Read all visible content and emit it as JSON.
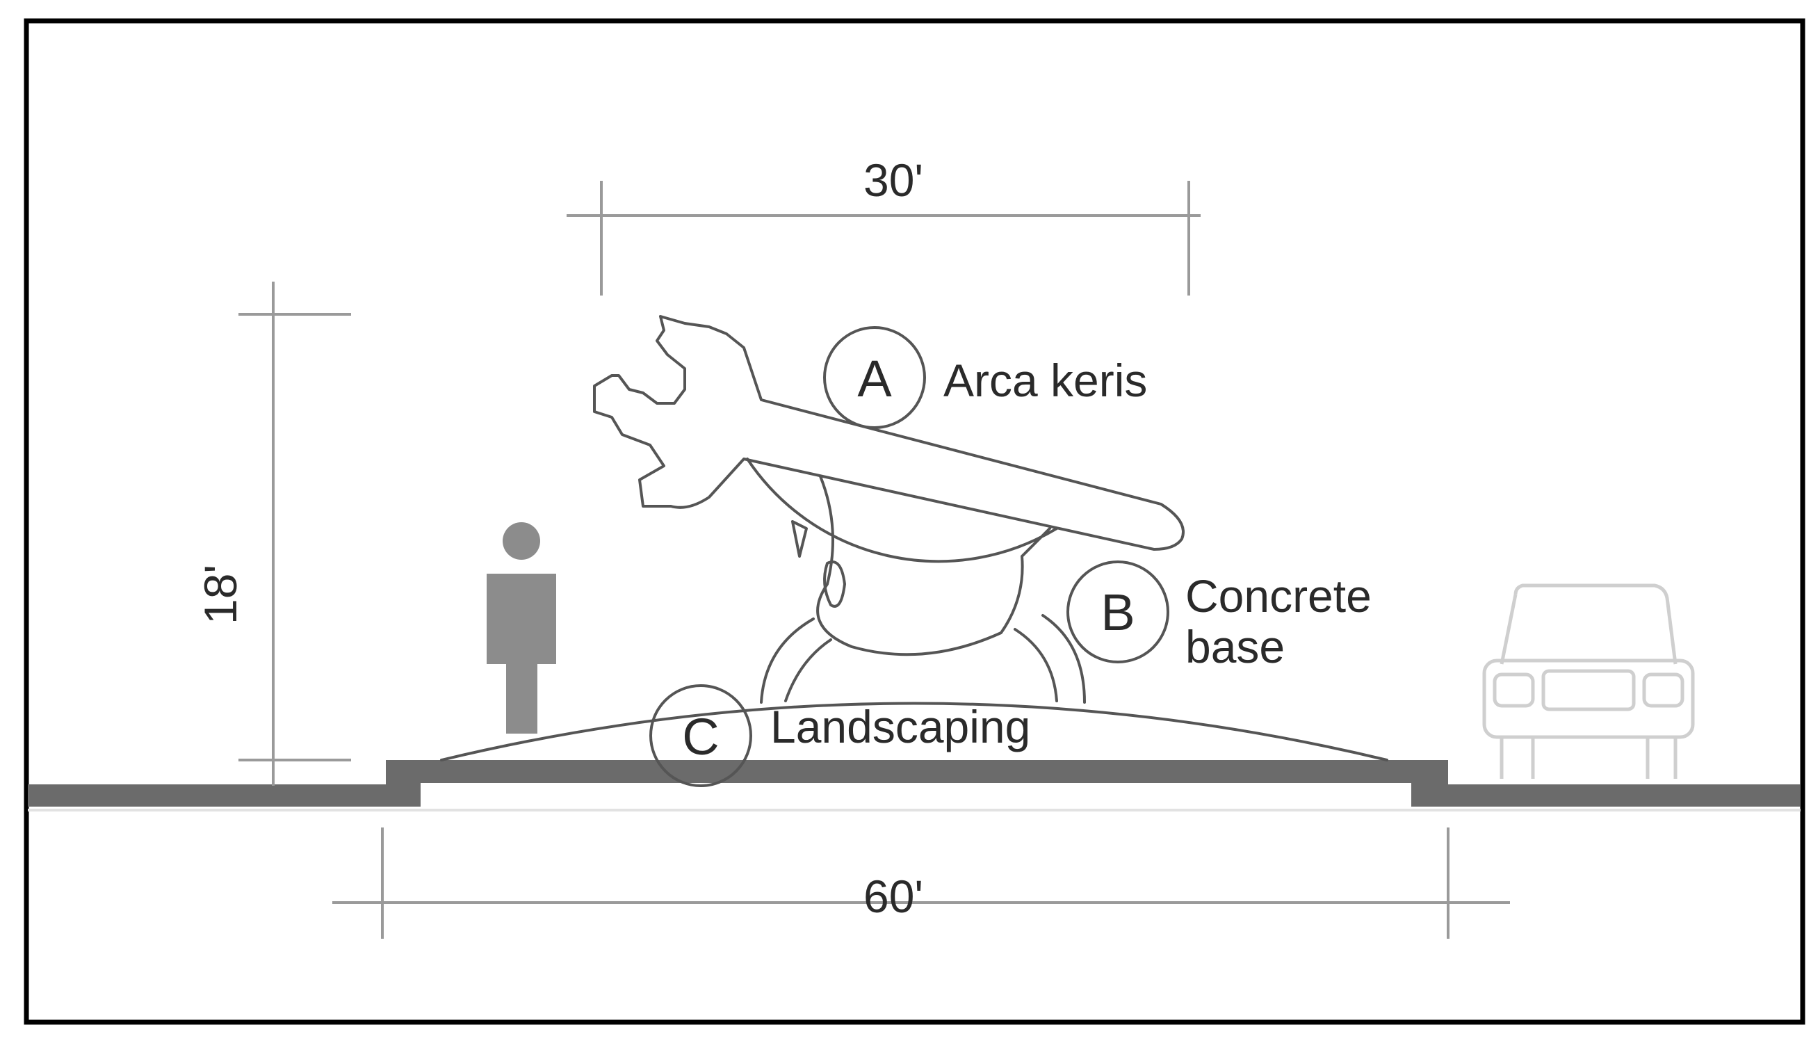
{
  "dimensions": {
    "top_width": "30'",
    "base_width": "60'",
    "height": "18'"
  },
  "labels": [
    {
      "letter": "A",
      "text_lines": [
        "Arca keris"
      ]
    },
    {
      "letter": "B",
      "text_lines": [
        "Concrete",
        "base"
      ]
    },
    {
      "letter": "C",
      "text_lines": [
        "Landscaping"
      ]
    }
  ],
  "colors": {
    "frame": "#000000",
    "ground": "#6b6b6b",
    "dimension_lines": "#9a9a9a",
    "outline": "#555555",
    "person": "#8c8c8c",
    "car": "#cfcfcf"
  }
}
